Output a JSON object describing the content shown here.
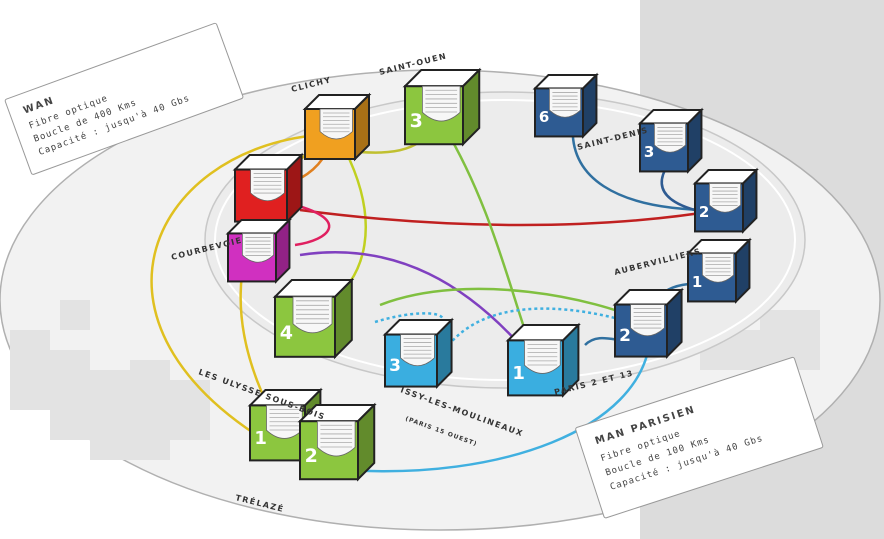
{
  "wan": {
    "title": "WAN",
    "lines": [
      "Fibre optique",
      "Boucle de 400 Kms",
      "Capacité : jusqu'à 40 Gbs"
    ]
  },
  "man": {
    "title": "MAN PARISIEN",
    "lines": [
      "Fibre optique",
      "Boucle de 100 Kms",
      "Capacité : jusqu'à 40 Gbs"
    ]
  },
  "sites": {
    "clichy": "CLICHY",
    "saint_ouen": "SAINT-OUEN",
    "saint_denis": "SAINT-DENIS",
    "courbevoie": "COURBEVOIE",
    "aubervilliers": "AUBERVILLIERS",
    "les_ulis": "LES ULYSSE SOUS-BOIS",
    "issy": "ISSY-LES-MOULINEAUX",
    "issy_sub": "(PARIS 15 OUEST)",
    "paris": "PARIS 2 ET 13",
    "trelaze": "TRÉLAZÉ"
  },
  "nodes": [
    {
      "id": "saint-ouen",
      "num": "3",
      "color": "#8cc63f"
    },
    {
      "id": "clichy",
      "num": "",
      "color": "#f0a020"
    },
    {
      "id": "courbevoie-red",
      "num": "",
      "color": "#e02020"
    },
    {
      "id": "courbevoie-pink",
      "num": "",
      "color": "#d030c0"
    },
    {
      "id": "green-4",
      "num": "4",
      "color": "#8cc63f"
    },
    {
      "id": "issy",
      "num": "3",
      "color": "#3aaee0"
    },
    {
      "id": "paris",
      "num": "1",
      "color": "#3aaee0"
    },
    {
      "id": "trelaze-1",
      "num": "1",
      "color": "#8cc63f"
    },
    {
      "id": "trelaze-2",
      "num": "2",
      "color": "#8cc63f"
    },
    {
      "id": "sd-a",
      "num": "6",
      "color": "#2e5b92"
    },
    {
      "id": "sd-b",
      "num": "3",
      "color": "#2e5b92"
    },
    {
      "id": "sd-c",
      "num": "2",
      "color": "#2e5b92"
    },
    {
      "id": "aub",
      "num": "1",
      "color": "#2e5b92"
    },
    {
      "id": "aub-2",
      "num": "2",
      "color": "#2e5b92"
    }
  ]
}
